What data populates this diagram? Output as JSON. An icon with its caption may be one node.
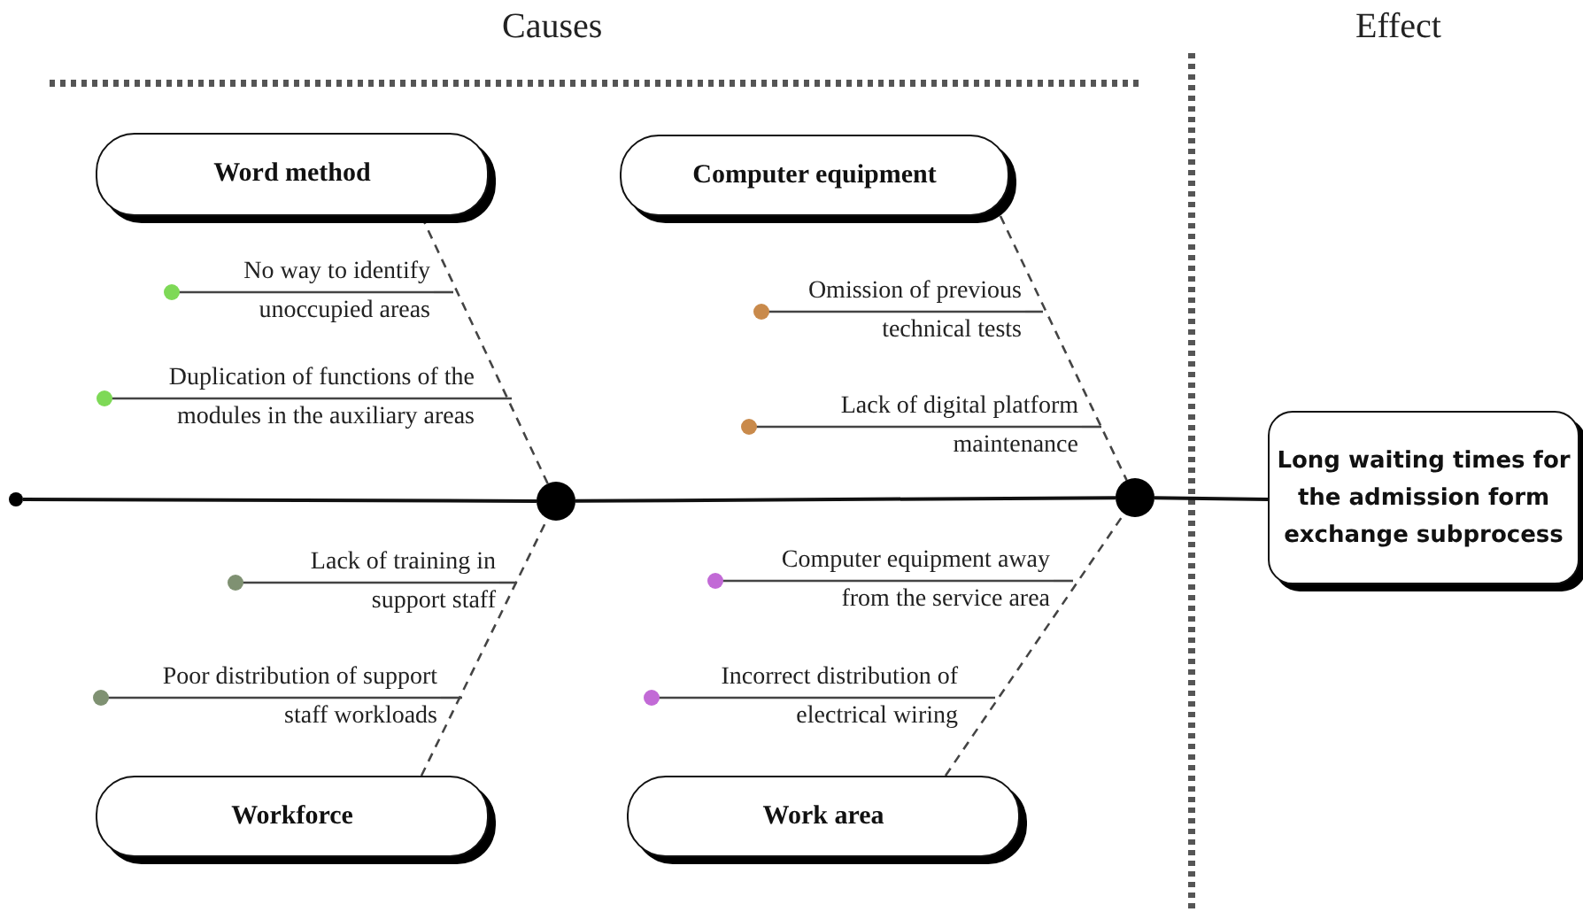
{
  "diagram": {
    "nodes": [
      {
        "text": [
          "Word method"
        ]
      },
      {
        "text": [
          "Computer equipment"
        ]
      },
      {
        "text": [
          "No way to identify unoccupied areas"
        ]
      },
      {
        "text": [
          "Duplication of functions of the modules in the auxiliary areas"
        ]
      },
      {
        "text": [
          "Omission of previous technical tests"
        ]
      },
      {
        "text": [
          "Lack of digital platform maintenance"
        ]
      },
      {
        "text": [],
        "shape": "circle"
      },
      {
        "text": [],
        "shape": "circle"
      },
      {
        "text": [],
        "shape": "circle"
      },
      {
        "text": [
          "Long waiting times for the admission form exchange subprocess"
        ]
      },
      {
        "text": [
          "Lack of training in support staff"
        ]
      },
      {
        "text": [
          "Poor distribution of support staff workloads"
        ]
      },
      {
        "text": [
          "Computer equipment away from the service area"
        ]
      },
      {
        "text": [
          "Incorrect distribution of electrical wiring"
        ]
      },
      {
        "text": [
          "Workforce"
        ]
      },
      {
        "text": [
          "Work area"
        ]
      }
    ],
    "edges": [
      {
        "from": 6,
        "to": 7,
        "arrow": "none"
      },
      {
        "from": 7,
        "to": 8,
        "arrow": "none"
      },
      {
        "from": 8,
        "to": 9,
        "arrow": "none"
      },
      {
        "from": 0,
        "to": 7,
        "arrow": "none",
        "style": "dashed"
      },
      {
        "from": 1,
        "to": 8,
        "arrow": "none",
        "style": "dashed"
      },
      {
        "from": 14,
        "to": 7,
        "arrow": "none",
        "style": "dashed"
      },
      {
        "from": 15,
        "to": 8,
        "arrow": "none",
        "style": "dashed"
      },
      {
        "from": 2,
        "to": null,
        "arrow": "none"
      },
      {
        "from": 3,
        "to": null,
        "arrow": "none"
      },
      {
        "from": 4,
        "to": null,
        "arrow": "none"
      },
      {
        "from": 5,
        "to": null,
        "arrow": "none"
      },
      {
        "from": 10,
        "to": null,
        "arrow": "none"
      },
      {
        "from": 11,
        "to": null,
        "arrow": "none"
      },
      {
        "from": 12,
        "to": null,
        "arrow": "none"
      },
      {
        "from": 13,
        "to": null,
        "arrow": "none"
      }
    ],
    "labels": [
      "Causes",
      "Effect"
    ]
  }
}
